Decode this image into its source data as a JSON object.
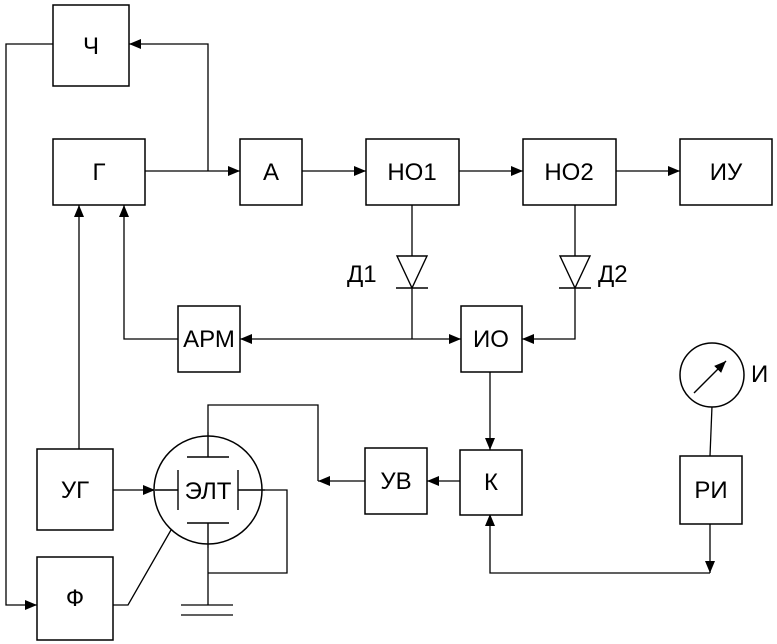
{
  "blocks": {
    "ch": "Ч",
    "g": "Г",
    "a": "А",
    "no1": "НО1",
    "no2": "НО2",
    "iu": "ИУ",
    "arm": "АРМ",
    "io": "ИО",
    "ug": "УГ",
    "elt": "ЭЛТ",
    "uv": "УВ",
    "k": "К",
    "ri": "РИ",
    "f": "Ф"
  },
  "diodes": {
    "d1": "Д1",
    "d2": "Д2"
  },
  "meter": {
    "label": "И"
  }
}
